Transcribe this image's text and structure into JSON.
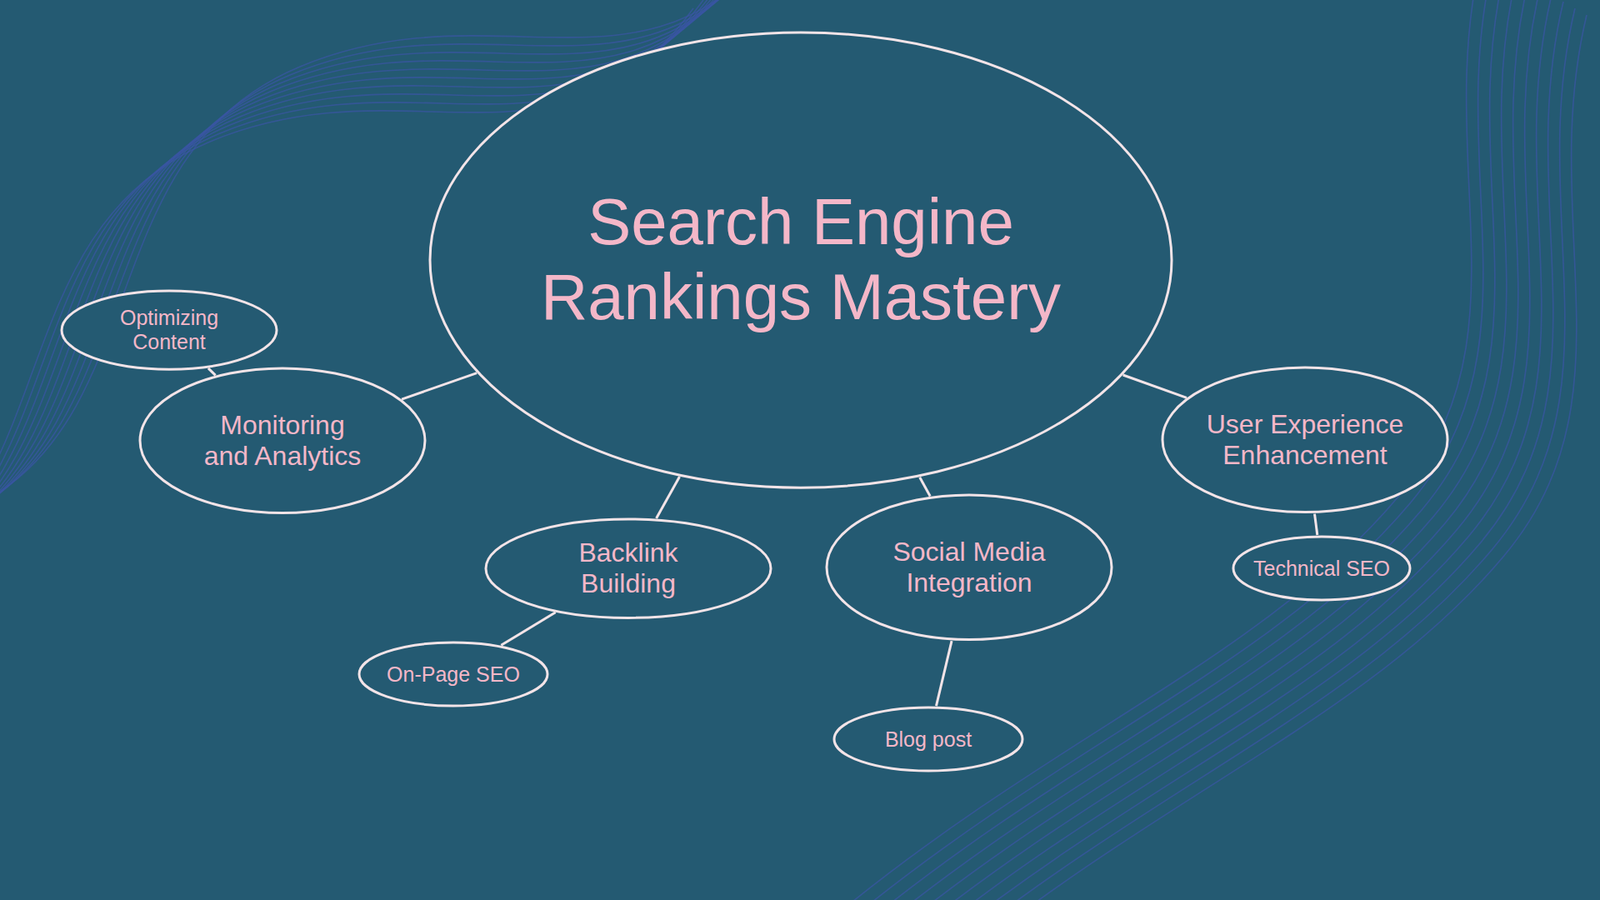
{
  "diagram": {
    "nodes": [
      {
        "text": [
          "Search Engine Rankings Mastery"
        ]
      },
      {
        "text": [
          "Optimizing Content"
        ]
      },
      {
        "text": [
          "Monitoring and Analytics"
        ]
      },
      {
        "text": [
          "User Experience Enhancement"
        ]
      },
      {
        "text": [
          "Backlink Building"
        ]
      },
      {
        "text": [
          "Social Media Integration"
        ]
      },
      {
        "text": [
          "Technical SEO"
        ]
      },
      {
        "text": [
          "On-Page SEO"
        ]
      },
      {
        "text": [
          "Blog post"
        ]
      }
    ],
    "edges": [
      {
        "from": 0,
        "to": 2,
        "arrow": "none"
      },
      {
        "from": 0,
        "to": 4,
        "arrow": "none"
      },
      {
        "from": 0,
        "to": 5,
        "arrow": "none"
      },
      {
        "from": 0,
        "to": 3,
        "arrow": "none"
      },
      {
        "from": 2,
        "to": 1,
        "arrow": "none"
      },
      {
        "from": 4,
        "to": 7,
        "arrow": "none"
      },
      {
        "from": 5,
        "to": 8,
        "arrow": "none"
      },
      {
        "from": 3,
        "to": 6,
        "arrow": "none"
      }
    ]
  }
}
